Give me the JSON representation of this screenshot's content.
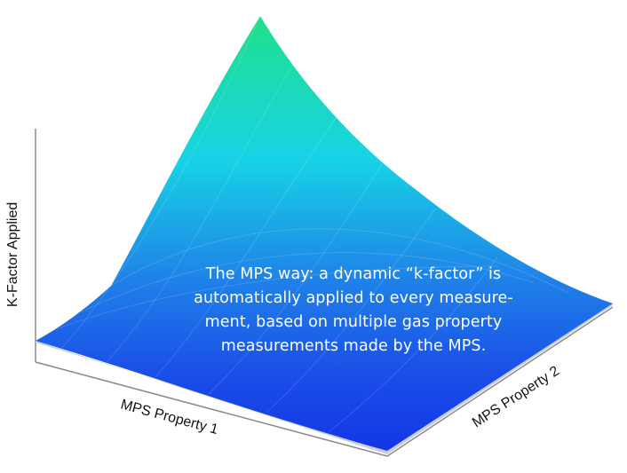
{
  "diagram": {
    "axis_vertical_label": "K-Factor Applied",
    "axis_x_label": "MPS Property 1",
    "axis_z_label": "MPS Property 2",
    "caption_lines": [
      "The MPS way: a dynamic “k-factor” is",
      "automatically applied to every measure-",
      "ment, based on multiple gas property",
      "measurements made by the MPS."
    ]
  },
  "colors": {
    "surface_peak": "#1fe08a",
    "surface_mid": "#17d3e6",
    "surface_low": "#1a4fe8",
    "surface_base": "#1336e6",
    "axis": "#8a8a8a",
    "caption_text": "#ffffff"
  }
}
